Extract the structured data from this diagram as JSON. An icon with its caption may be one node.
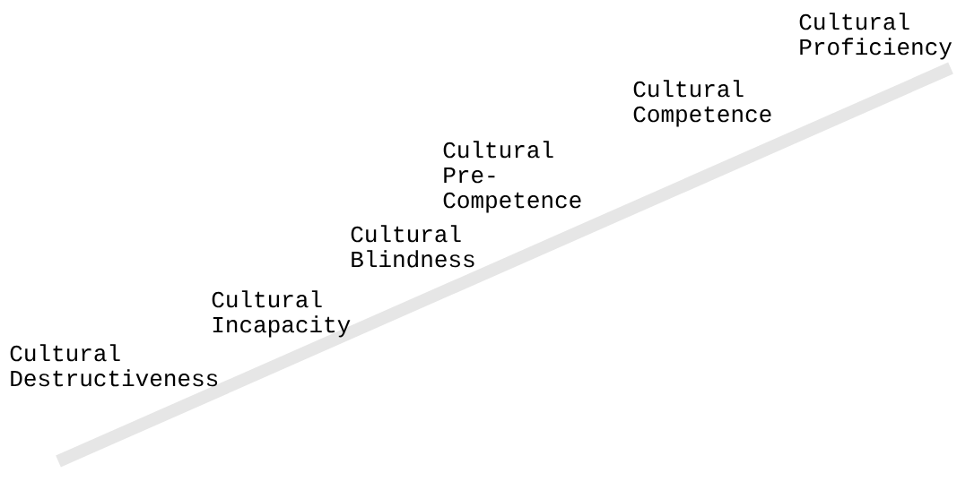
{
  "diagram": {
    "labels": [
      "Cultural Proficiency",
      "Cultural Competence",
      "Cultural Pre-Competence",
      "Cultural Blindness",
      "Cultural Incapacity",
      "Cultural Destructiveness"
    ]
  }
}
